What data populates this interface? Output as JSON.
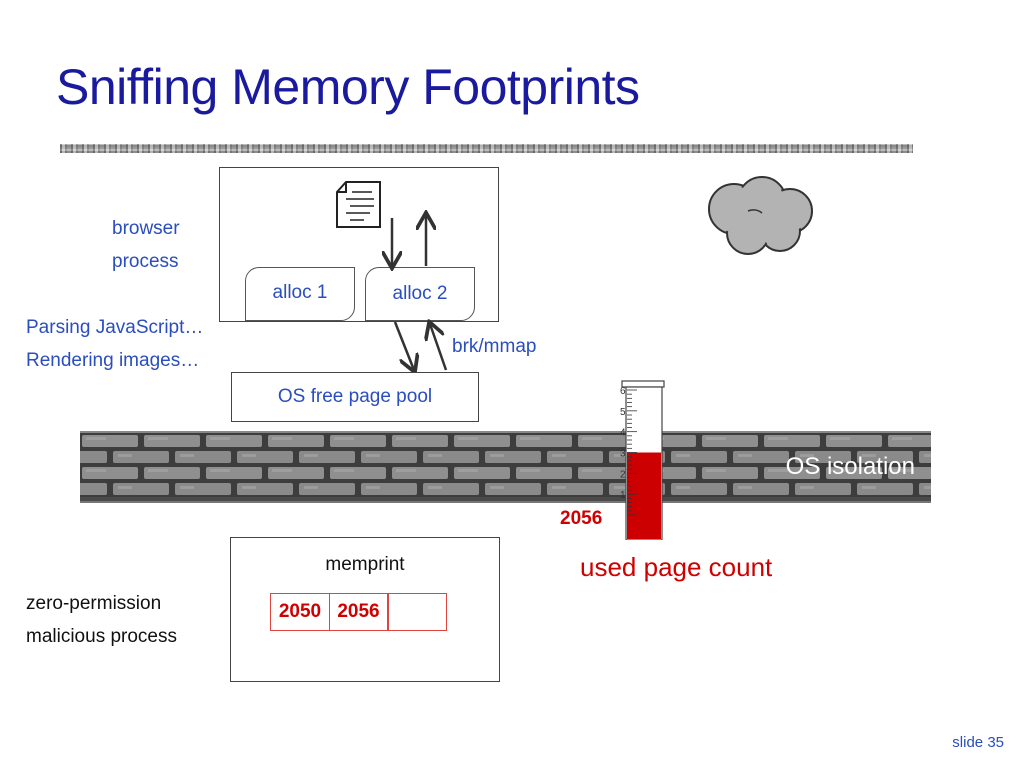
{
  "title": "Sniffing Memory Footprints",
  "browser_label": {
    "line1": "browser",
    "line2": "process"
  },
  "activity_label": {
    "line1": "Parsing JavaScript…",
    "line2": "Rendering images…"
  },
  "alloc1": "alloc 1",
  "alloc2": "alloc 2",
  "syscall_label": "brk/mmap",
  "page_pool": "OS free page pool",
  "wall_label": "OS isolation",
  "gauge": {
    "reading": "2056",
    "caption": "used page count",
    "ticks": [
      "1",
      "2",
      "3",
      "4",
      "5",
      "6"
    ],
    "fill_level": 3.0,
    "scale_max": 6
  },
  "memprint": {
    "title": "memprint",
    "cells": [
      "2050",
      "2056",
      ""
    ]
  },
  "malicious_label": {
    "line1": "zero-permission",
    "line2": "malicious process"
  },
  "slide_number": "slide 35",
  "colors": {
    "title": "#1a1a9e",
    "accent_blue": "#2a4dbf",
    "alert_red": "#d00000",
    "gauge_fill": "#cc0000"
  }
}
